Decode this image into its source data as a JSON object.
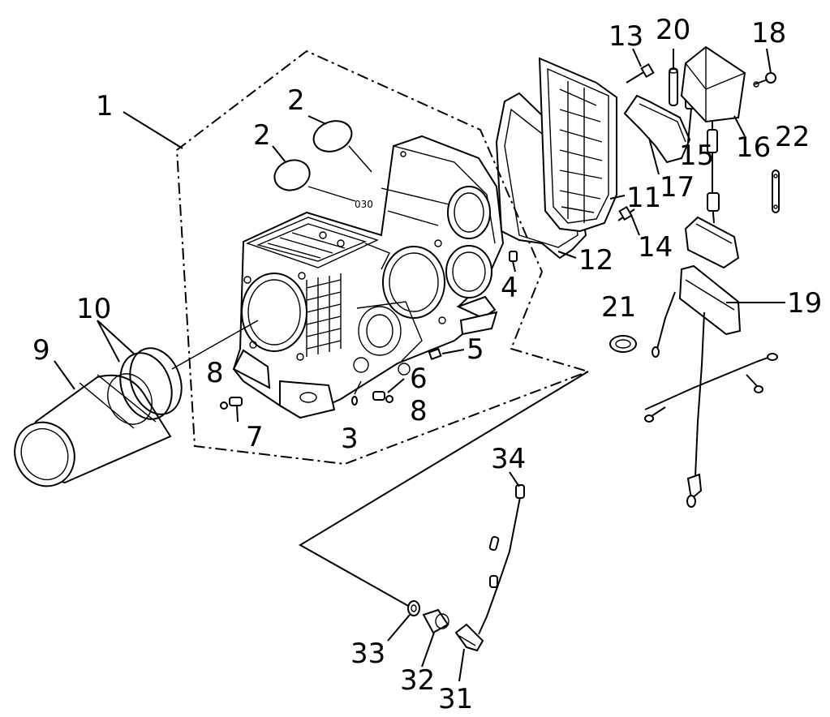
{
  "callouts": {
    "c1": "1",
    "c2a": "2",
    "c2b": "2",
    "c3": "3",
    "c4": "4",
    "c5": "5",
    "c6": "6",
    "c7": "7",
    "c8a": "8",
    "c8b": "8",
    "c9": "9",
    "c10": "10",
    "c11": "11",
    "c12": "12",
    "c13": "13",
    "c14": "14",
    "c15": "15",
    "c16": "16",
    "c17": "17",
    "c18": "18",
    "c19": "19",
    "c20": "20",
    "c21": "21",
    "c22": "22",
    "c31": "31",
    "c32": "32",
    "c33": "33",
    "c34": "34"
  },
  "block_marking": "030"
}
